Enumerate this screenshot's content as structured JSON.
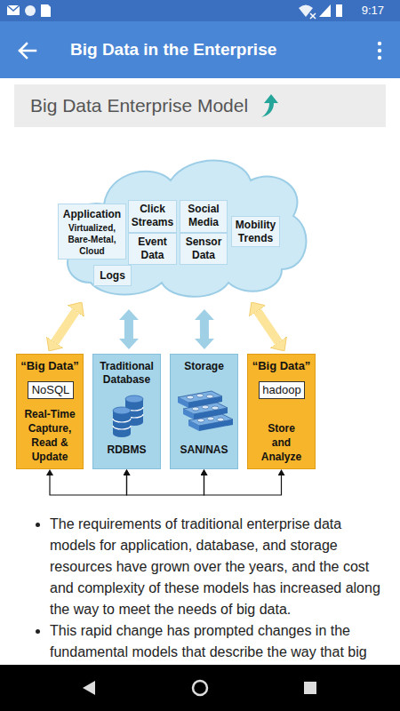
{
  "diagram": {
    "title": "Big Data in the Enterprise",
    "nodes": [
      {
        "text": []
      },
      {
        "text": [
          "Application",
          "Virtualized, Bare-Metal, Cloud"
        ],
        "in": 0
      },
      {
        "text": [
          "Click Streams"
        ],
        "in": 0
      },
      {
        "text": [
          "Social Media"
        ],
        "in": 0
      },
      {
        "text": [
          "Event Data"
        ],
        "in": 0
      },
      {
        "text": [
          "Sensor Data"
        ],
        "in": 0
      },
      {
        "text": [
          "Mobility Trends"
        ],
        "in": 0
      },
      {
        "text": [
          "Logs"
        ],
        "in": 0
      },
      {
        "text": [
          "“Big Data”",
          "Real-Time Capture, Read & Update"
        ]
      },
      {
        "text": [
          "NoSQL"
        ],
        "in": 8
      },
      {
        "text": [
          "Traditional Database",
          "RDBMS"
        ]
      },
      {
        "text": [
          "Storage",
          "SAN/NAS"
        ]
      },
      {
        "text": [
          "“Big Data”",
          "Store and Analyze"
        ]
      },
      {
        "text": [
          "hadoop"
        ],
        "in": 12
      }
    ],
    "edges": [
      {
        "from": 0,
        "to": 8,
        "arrow": "both"
      },
      {
        "from": 0,
        "to": 10,
        "arrow": "both"
      },
      {
        "from": 0,
        "to": 11,
        "arrow": "both"
      },
      {
        "from": 0,
        "to": 12,
        "arrow": "both"
      },
      {
        "from": 8,
        "to": 10,
        "arrow": "both"
      },
      {
        "from": 10,
        "to": 11,
        "arrow": "both"
      },
      {
        "from": 11,
        "to": 12,
        "arrow": "both"
      }
    ],
    "labels": [
      "9:17",
      "Big Data Enterprise Model",
      "The requirements of traditional enterprise data models for application, database, and storage resources have grown over the years, and the cost and complexity of these models has increased along the way to meet the needs of big data.",
      "This rapid change has prompted changes in the fundamental models that describe the way that big"
    ]
  }
}
